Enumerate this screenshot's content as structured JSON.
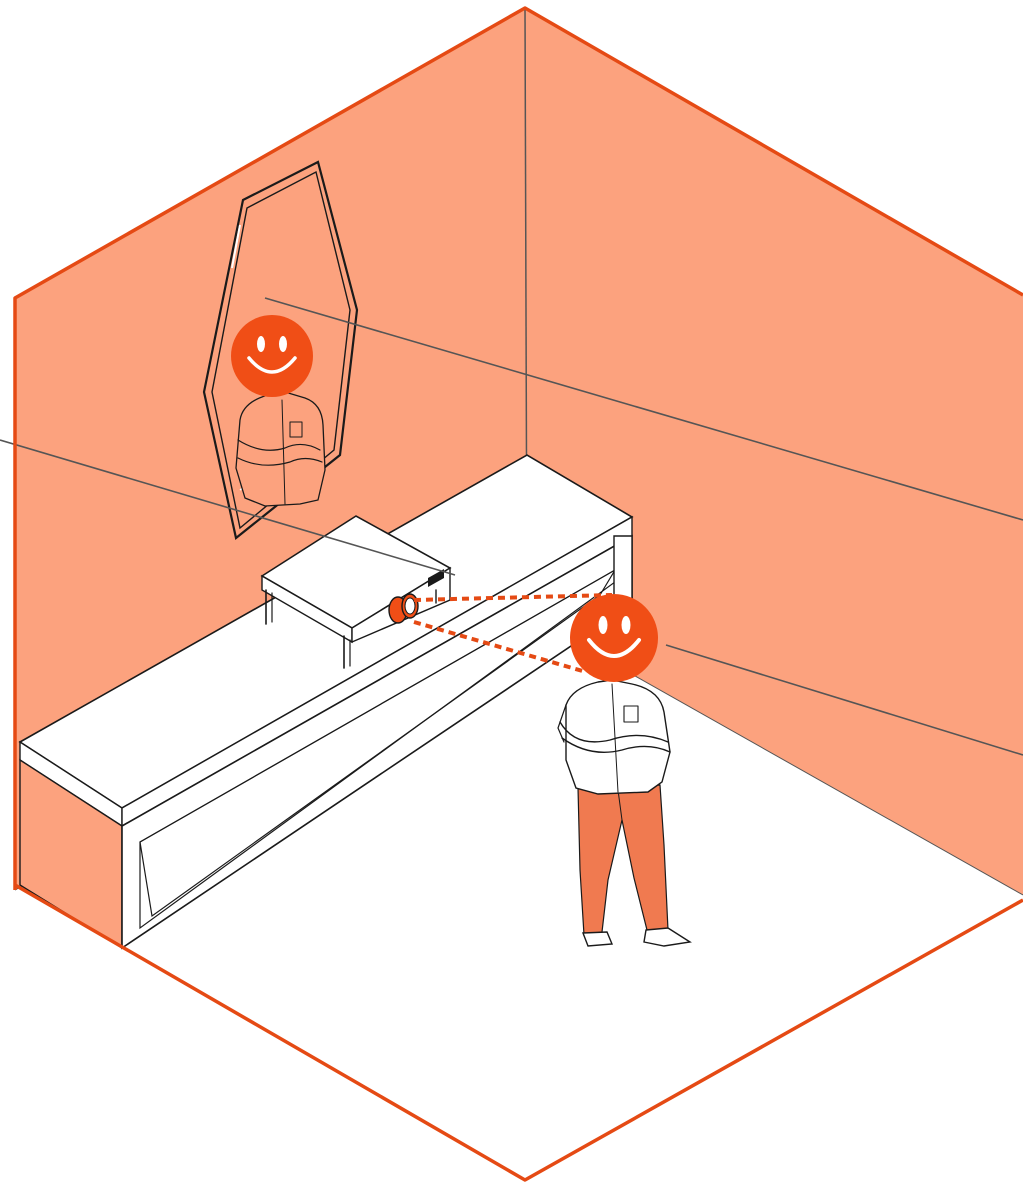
{
  "colors": {
    "wall": "#FCA27E",
    "outline": "#E54A14",
    "face": "#F04E16",
    "pants": "#F07A50",
    "ink": "#1a1a1a",
    "floor": "#ffffff"
  },
  "scene": {
    "elements": [
      {
        "name": "left-wall",
        "icon": "wall-panel"
      },
      {
        "name": "right-wall",
        "icon": "wall-panel"
      },
      {
        "name": "floor",
        "icon": "floor-plane"
      },
      {
        "name": "mirror",
        "icon": "hexagonal-mirror"
      },
      {
        "name": "reflection",
        "icon": "smiley-face-person-reflection"
      },
      {
        "name": "table",
        "icon": "long-bench-table"
      },
      {
        "name": "projector",
        "icon": "projector"
      },
      {
        "name": "projection-beams",
        "icon": "dashed-projection-lines"
      },
      {
        "name": "person",
        "icon": "smiley-face-person"
      },
      {
        "name": "leader-lines",
        "icon": "callout-lines"
      }
    ]
  }
}
